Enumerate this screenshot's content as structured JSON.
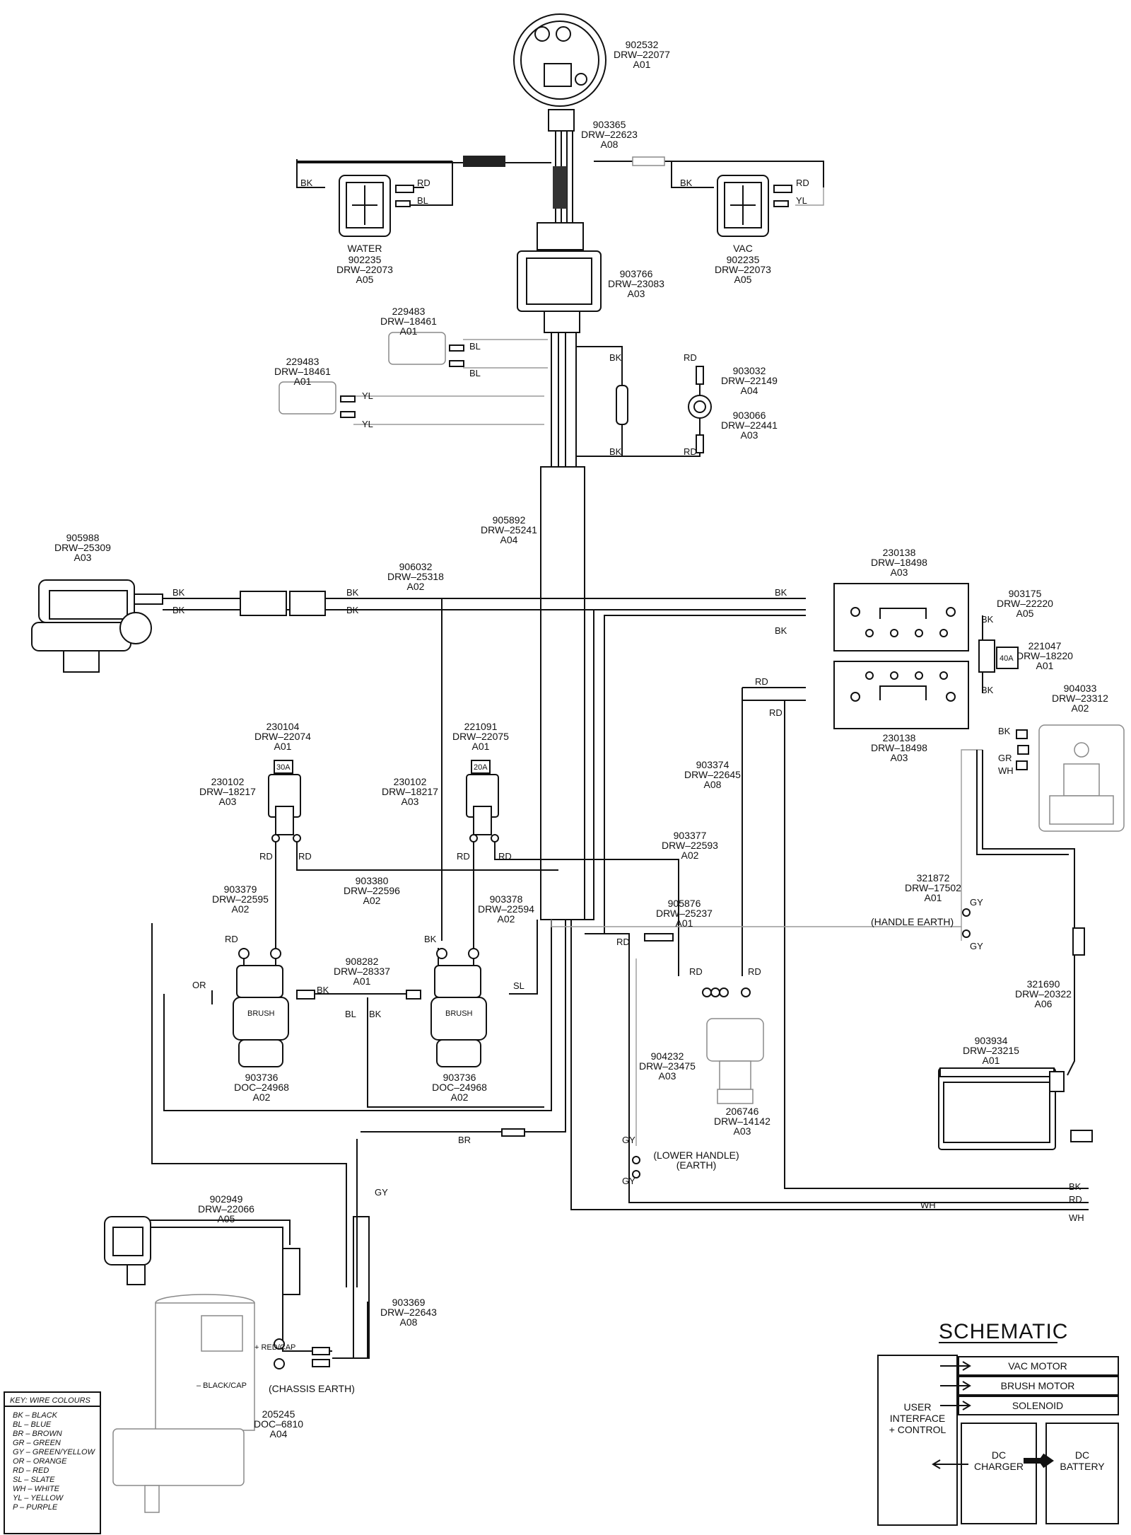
{
  "parts": {
    "dash": {
      "num": "902532",
      "drw": "DRW–22077",
      "rev": "A01"
    },
    "harness_top": {
      "num": "903365",
      "drw": "DRW–22623",
      "rev": "A08"
    },
    "water_sw": {
      "name": "WATER",
      "num": "902235",
      "drw": "DRW–22073",
      "rev": "A05"
    },
    "vac_sw": {
      "name": "VAC",
      "num": "902235",
      "drw": "DRW–22073",
      "rev": "A05"
    },
    "board": {
      "num": "903766",
      "drw": "DRW–23083",
      "rev": "A03"
    },
    "micro1": {
      "num": "229483",
      "drw": "DRW–18461",
      "rev": "A01"
    },
    "micro2": {
      "num": "229483",
      "drw": "DRW–18461",
      "rev": "A01"
    },
    "fuse_holder": {
      "num": "903032",
      "drw": "DRW–22149",
      "rev": "A04"
    },
    "key_sw": {
      "num": "903066",
      "drw": "DRW–22441",
      "rev": "A03"
    },
    "main_harness": {
      "num": "905892",
      "drw": "DRW–25241",
      "rev": "A04"
    },
    "vac_motor": {
      "num": "905988",
      "drw": "DRW–25309",
      "rev": "A03"
    },
    "vac_lead": {
      "num": "906032",
      "drw": "DRW–25318",
      "rev": "A02"
    },
    "batt1": {
      "num": "230138",
      "drw": "DRW–18498",
      "rev": "A03"
    },
    "batt2": {
      "num": "230138",
      "drw": "DRW–18498",
      "rev": "A03"
    },
    "fuse_lead": {
      "num": "903175",
      "drw": "DRW–22220",
      "rev": "A05"
    },
    "fuse40": {
      "num": "221047",
      "drw": "DRW–18220",
      "rev": "A01",
      "rating": "40A"
    },
    "charger_in": {
      "num": "904033",
      "drw": "DRW–23312",
      "rev": "A02"
    },
    "breaker30": {
      "num": "230104",
      "drw": "DRW–22074",
      "rev": "A01",
      "rating": "30A"
    },
    "breaker20": {
      "num": "221091",
      "drw": "DRW–22075",
      "rev": "A01",
      "rating": "20A"
    },
    "cb_holder1": {
      "num": "230102",
      "drw": "DRW–18217",
      "rev": "A03"
    },
    "cb_holder2": {
      "num": "230102",
      "drw": "DRW–18217",
      "rev": "A03"
    },
    "lead903374": {
      "num": "903374",
      "drw": "DRW–22645",
      "rev": "A08"
    },
    "lead903377": {
      "num": "903377",
      "drw": "DRW–22593",
      "rev": "A02"
    },
    "lead903379": {
      "num": "903379",
      "drw": "DRW–22595",
      "rev": "A02"
    },
    "lead903380": {
      "num": "903380",
      "drw": "DRW–22596",
      "rev": "A02"
    },
    "lead903378": {
      "num": "903378",
      "drw": "DRW–22594",
      "rev": "A02"
    },
    "lead905876": {
      "num": "905876",
      "drw": "DRW–25237",
      "rev": "A01"
    },
    "ground_lead": {
      "num": "321872",
      "drw": "DRW–17502",
      "rev": "A01"
    },
    "handle_earth": "(HANDLE EARTH)",
    "brush_link": {
      "num": "908282",
      "drw": "DRW–28337",
      "rev": "A01"
    },
    "sol1": {
      "num": "903736",
      "drw": "DOC–24968",
      "rev": "A02",
      "tag": "BRUSH"
    },
    "sol2": {
      "num": "903736",
      "drw": "DOC–24968",
      "rev": "A02",
      "tag": "BRUSH"
    },
    "lead904232": {
      "num": "904232",
      "drw": "DRW–23475",
      "rev": "A03"
    },
    "term206746": {
      "num": "206746",
      "drw": "DRW–14142",
      "rev": "A03"
    },
    "lower_earth": {
      "line1": "(LOWER HANDLE)",
      "line2": "(EARTH)"
    },
    "lead321690": {
      "num": "321690",
      "drw": "DRW–20322",
      "rev": "A06"
    },
    "charger": {
      "num": "903934",
      "drw": "DRW–23215",
      "rev": "A01"
    },
    "valve": {
      "num": "902949",
      "drw": "DRW–22066",
      "rev": "A05"
    },
    "harness_low": {
      "num": "903369",
      "drw": "DRW–22643",
      "rev": "A08"
    },
    "brush_motor": {
      "num": "205245",
      "drw": "DOC–6810",
      "rev": "A04",
      "pos": "+ RED/CAP",
      "neg": "– BLACK/CAP"
    },
    "chassis_earth": "(CHASSIS EARTH)"
  },
  "wires": {
    "BK": "BK",
    "BL": "BL",
    "RD": "RD",
    "YL": "YL",
    "BR": "BR",
    "GY": "GY",
    "GR": "GR",
    "WH": "WH",
    "OR": "OR",
    "SL": "SL"
  },
  "key": {
    "title": "KEY: WIRE COLOURS",
    "rows": [
      "BK – BLACK",
      "BL – BLUE",
      "BR – BROWN",
      "GR – GREEN",
      "GY – GREEN/YELLOW",
      "OR – ORANGE",
      "RD – RED",
      "SL – SLATE",
      "WH – WHITE",
      "YL – YELLOW",
      "P  – PURPLE"
    ]
  },
  "schematic": {
    "title": "SCHEMATIC",
    "ui_line1": "USER",
    "ui_line2": "INTERFACE",
    "ui_line3": "+ CONTROL",
    "vac": "VAC MOTOR",
    "brush": "BRUSH MOTOR",
    "sol": "SOLENOID",
    "dc1": "DC",
    "charger": "CHARGER",
    "dc2": "DC",
    "battery": "BATTERY"
  }
}
